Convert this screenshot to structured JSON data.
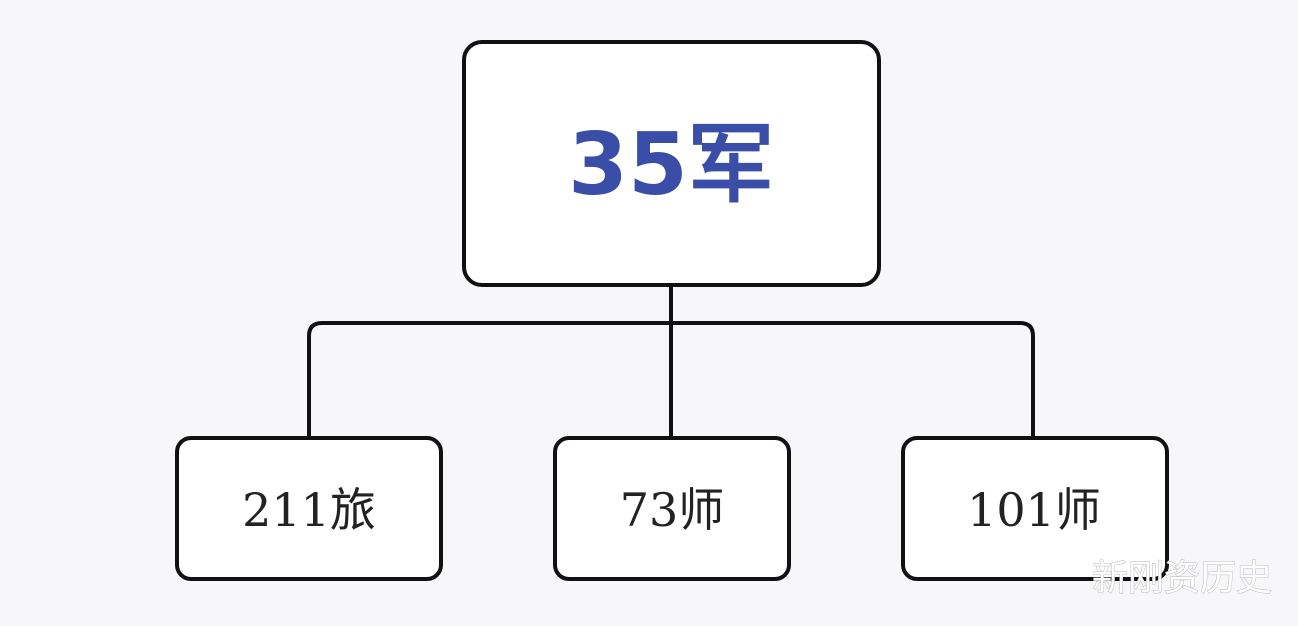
{
  "diagram": {
    "root": {
      "label": "35军",
      "color": "#3a4ea8"
    },
    "children": [
      {
        "label": "211旅"
      },
      {
        "label": "73师"
      },
      {
        "label": "101师"
      }
    ],
    "line_color": "#111111",
    "box_fill": "#ffffff",
    "child_text_color": "#222222"
  },
  "watermark": {
    "text": "新刚资历史"
  }
}
